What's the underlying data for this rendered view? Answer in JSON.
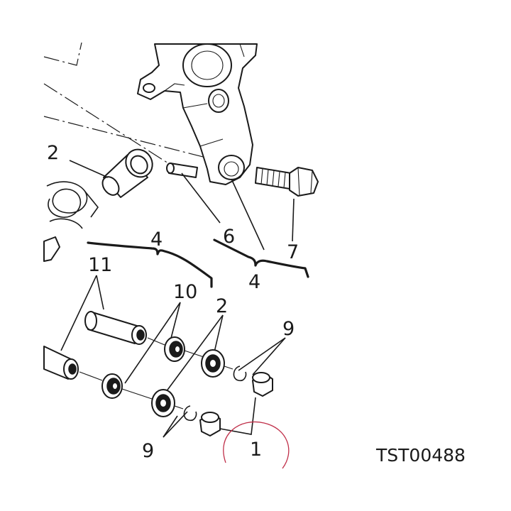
{
  "reference_code": "TST00488",
  "callouts": {
    "c1": "1",
    "c2_upper": "2",
    "c2_lower": "2",
    "c4_left": "4",
    "c4_right": "4",
    "c6": "6",
    "c7": "7",
    "c9_upper": "9",
    "c9_lower": "9",
    "c10": "10",
    "c11": "11"
  },
  "colors": {
    "ink": "#1a1a1a",
    "highlight_circle": "#c0304a"
  }
}
